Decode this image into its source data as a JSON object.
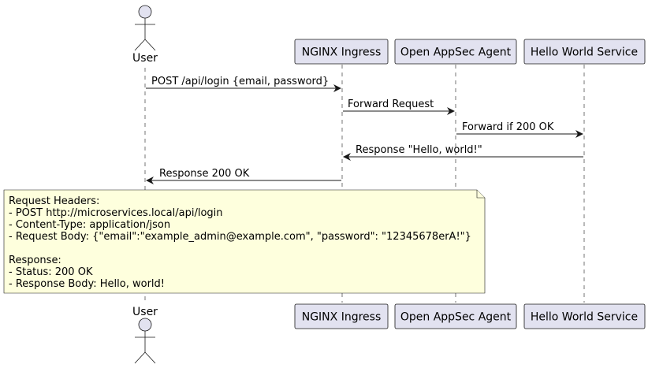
{
  "participants": {
    "user": "User",
    "nginx": "NGINX Ingress",
    "appsec": "Open AppSec Agent",
    "hello": "Hello World Service"
  },
  "messages": [
    {
      "from": "user",
      "to": "nginx",
      "label": "POST /api/login {email, password}"
    },
    {
      "from": "nginx",
      "to": "appsec",
      "label": "Forward Request"
    },
    {
      "from": "appsec",
      "to": "hello",
      "label": "Forward if 200 OK"
    },
    {
      "from": "hello",
      "to": "nginx",
      "label": "Response \"Hello, world!\""
    },
    {
      "from": "nginx",
      "to": "user",
      "label": "Response 200 OK"
    }
  ],
  "note": {
    "lines": [
      "Request Headers:",
      "- POST http://microservices.local/api/login",
      "- Content-Type: application/json",
      "- Request Body: {\"email\":\"example_admin@example.com\", \"password\": \"12345678erA!\"}",
      "",
      "Response:",
      "- Status: 200 OK",
      "- Response Body: Hello, world!"
    ]
  },
  "colors": {
    "participant_fill": "#E2E2F0",
    "note_fill": "#FEFFDD",
    "line": "#181818"
  }
}
